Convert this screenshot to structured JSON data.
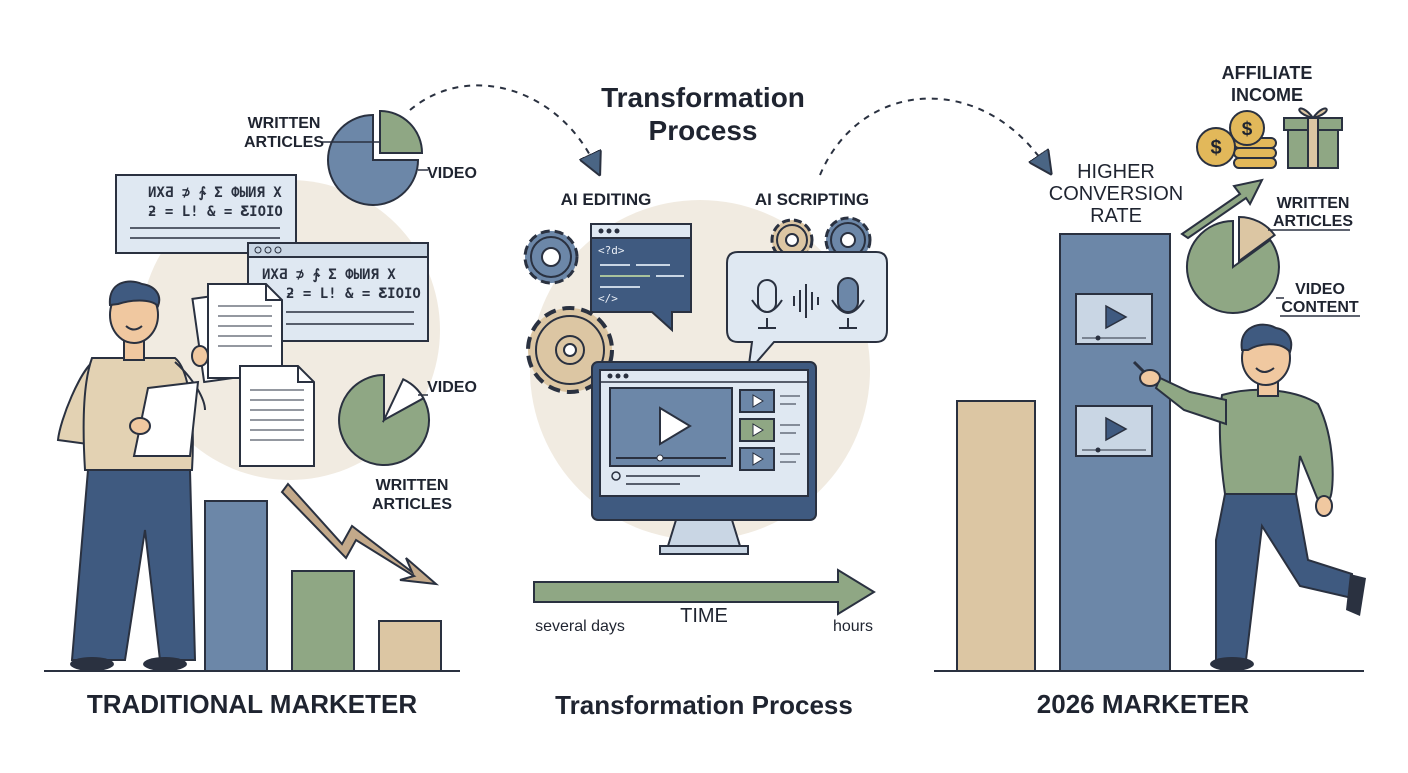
{
  "diagram": {
    "top_title_line1": "Transformation",
    "top_title_line2": "Process",
    "sections": {
      "left": "TRADITIONAL MARKETER",
      "middle": "Transformation Process",
      "right": "2026 MARKETER"
    },
    "left": {
      "pie_top_labels": [
        "WRITTEN",
        "ARTICLES",
        "VIDEO"
      ],
      "pie_bottom_labels": [
        "VIDEO",
        "WRITTEN",
        "ARTICLES"
      ],
      "doc_glyph_line1": "ИXƋ ⊅ ∱ Σ ФЫИЯ Χ",
      "doc_glyph_line2": "ƻ = L! & = ƸIOIO",
      "pie_top": {
        "written_articles": 0.75,
        "video": 0.25
      },
      "pie_bottom": {
        "written_articles": 0.9,
        "video": 0.1
      },
      "bars_relative": [
        0.85,
        0.5,
        0.25
      ]
    },
    "middle": {
      "ai_editing": "AI EDITING",
      "ai_scripting": "AI SCRIPTING",
      "code_tag": "<?d>",
      "code_close": "</>",
      "time_label": "TIME",
      "time_start": "several days",
      "time_end": "hours"
    },
    "right": {
      "higher_line1": "HIGHER",
      "higher_line2": "CONVERSION",
      "higher_line3": "RATE",
      "affiliate_line1": "AFFILIATE",
      "affiliate_line2": "INCOME",
      "pie_labels": [
        "WRITTEN",
        "ARTICLES",
        "VIDEO",
        "CONTENT"
      ],
      "pie": {
        "video_content": 0.85,
        "written_articles": 0.15
      },
      "bars_relative": [
        0.6,
        1.0
      ]
    },
    "colors": {
      "blue": "#6c87a8",
      "green": "#8fa784",
      "beige": "#dcc6a3",
      "outline": "#2a3140",
      "circle_bg": "#f1ebe1",
      "navy": "#3f5a80"
    }
  }
}
